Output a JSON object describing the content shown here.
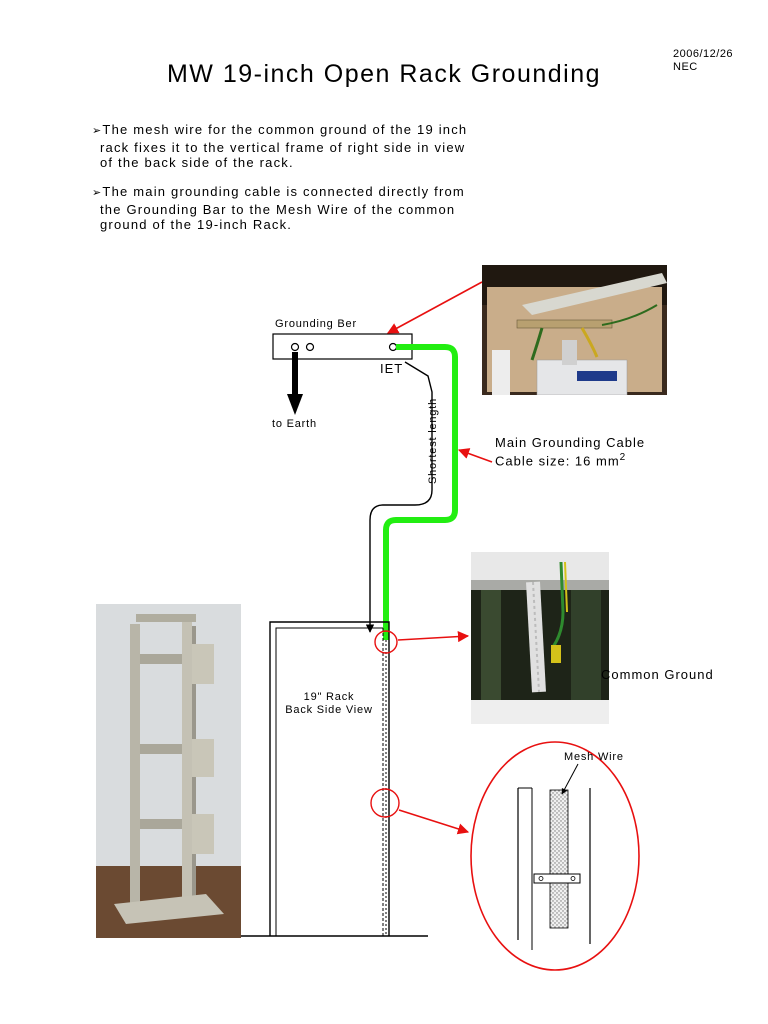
{
  "meta": {
    "date": "2006/12/26",
    "org": "NEC"
  },
  "title": "MW 19-inch Open Rack Grounding",
  "bullets": [
    {
      "marker": "➢",
      "line1": "The mesh wire for the common ground of the 19 inch",
      "line2": "rack fixes it to the vertical frame of right side in view",
      "line3": "of the back side of the rack."
    },
    {
      "marker": "➢",
      "line1": "The main grounding cable is connected directly from",
      "line2": "the Grounding Bar to the Mesh Wire of the common",
      "line3": "ground of the 19-inch Rack."
    }
  ],
  "labels": {
    "grounding_bar": "Grounding Ber",
    "iet": "IET",
    "to_earth": "to Earth",
    "shortest_length": "Shortest length",
    "main_cable": "Main Grounding Cable",
    "cable_size": "Cable size: 16 mm",
    "cable_size_sup": "2",
    "rack_line1": "19\" Rack",
    "rack_line2": "Back Side View",
    "common_ground": "Common Ground",
    "mesh_wire": "Mesh Wire"
  },
  "colors": {
    "cable_green": "#22ee11",
    "arrow_red": "#e81010"
  }
}
